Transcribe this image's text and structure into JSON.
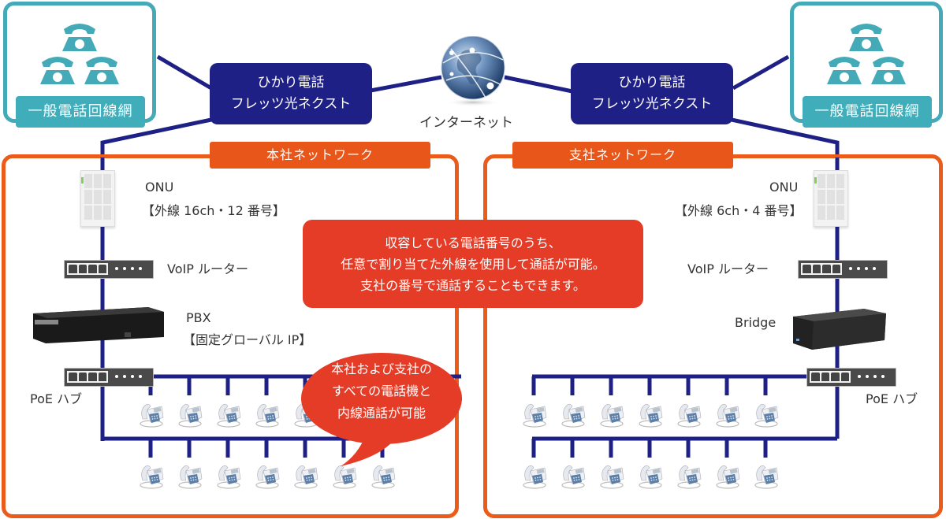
{
  "pstn": {
    "left_label": "一般電話回線網",
    "right_label": "一般電話回線網",
    "icon": "telephone-icon"
  },
  "carrier": {
    "left": [
      "ひかり電話",
      "フレッツ光ネクスト"
    ],
    "right": [
      "ひかり電話",
      "フレッツ光ネクスト"
    ]
  },
  "internet": {
    "label": "インターネット",
    "icon": "globe-icon"
  },
  "hq": {
    "title": "本社ネットワーク",
    "onu_name": "ONU",
    "onu_detail": "【外線 16ch・12 番号】",
    "router": "VoIP ルーター",
    "pbx_name": "PBX",
    "pbx_detail": "【固定グローバル IP】",
    "hub": "PoE ハブ",
    "phones_row1": 7,
    "phones_row2": 7
  },
  "branch": {
    "title": "支社ネットワーク",
    "onu_name": "ONU",
    "onu_detail": "【外線 6ch・4 番号】",
    "router": "VoIP ルーター",
    "bridge": "Bridge",
    "hub": "PoE ハブ",
    "phones_row1": 7,
    "phones_row2": 7
  },
  "callout_main": [
    "収容している電話番号のうち、",
    "任意で割り当てた外線を使用して通話が可能。",
    "支社の番号で通話することもできます。"
  ],
  "callout_bubble": [
    "本社および支社の",
    "すべての電話機と",
    "内線通話が可能"
  ],
  "colors": {
    "navy": "#1f2086",
    "teal": "#45aab8",
    "orange": "#eb5b1a",
    "red": "#e53c27"
  }
}
